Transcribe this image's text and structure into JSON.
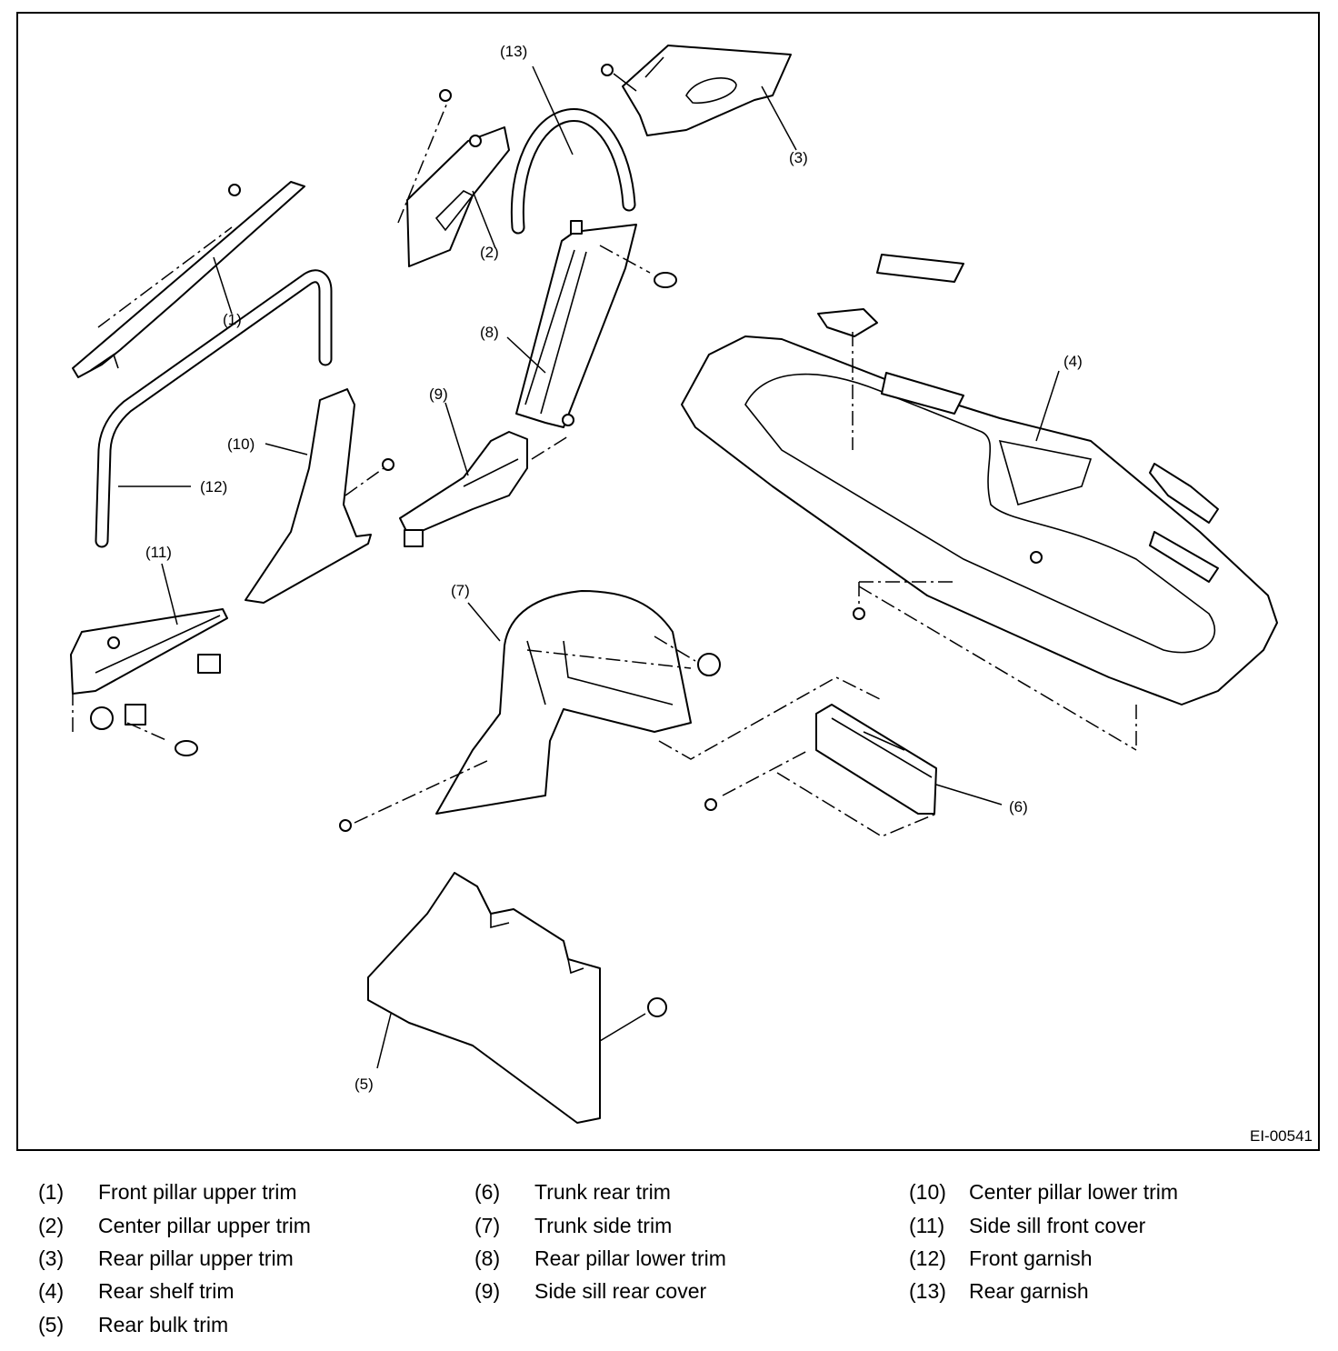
{
  "figure_id": "EI-00541",
  "parts": [
    {
      "num": "(1)",
      "name": "Front pillar upper trim"
    },
    {
      "num": "(2)",
      "name": "Center pillar upper trim"
    },
    {
      "num": "(3)",
      "name": "Rear pillar upper trim"
    },
    {
      "num": "(4)",
      "name": "Rear shelf trim"
    },
    {
      "num": "(5)",
      "name": "Rear bulk trim"
    },
    {
      "num": "(6)",
      "name": "Trunk rear trim"
    },
    {
      "num": "(7)",
      "name": "Trunk side trim"
    },
    {
      "num": "(8)",
      "name": "Rear pillar lower trim"
    },
    {
      "num": "(9)",
      "name": "Side sill rear cover"
    },
    {
      "num": "(10)",
      "name": "Center pillar lower trim"
    },
    {
      "num": "(11)",
      "name": "Side sill front cover"
    },
    {
      "num": "(12)",
      "name": "Front garnish"
    },
    {
      "num": "(13)",
      "name": "Rear garnish"
    }
  ]
}
